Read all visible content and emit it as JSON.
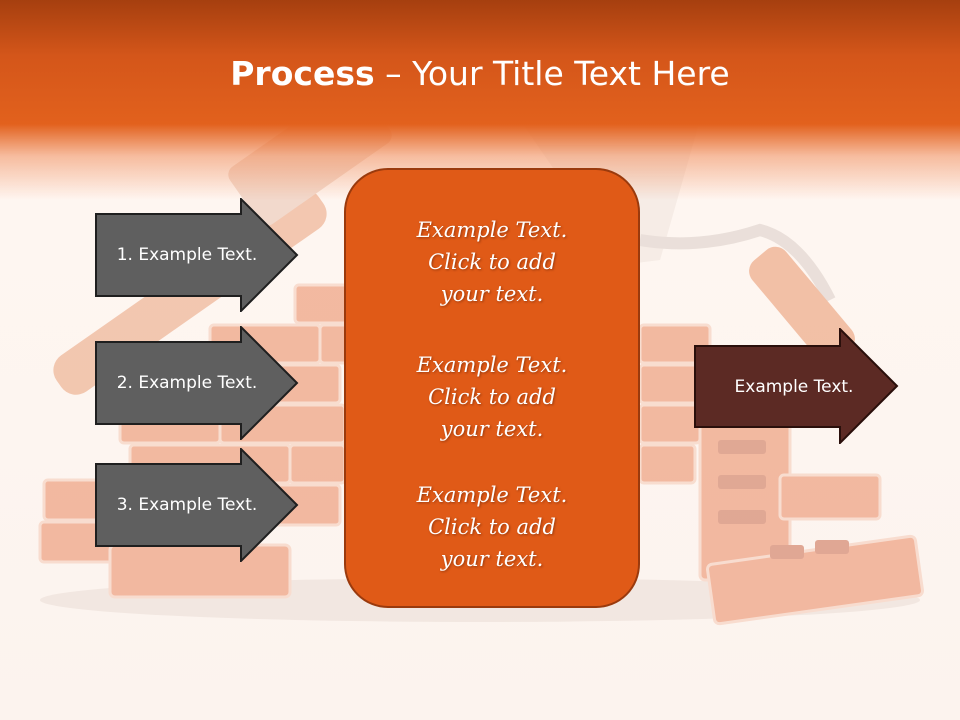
{
  "slide": {
    "title_bold": "Process",
    "title_rest": " – Your Title Text Here",
    "left_arrows": [
      {
        "label": "1. Example Text."
      },
      {
        "label": "2. Example Text."
      },
      {
        "label": "3. Example Text."
      }
    ],
    "center_items": [
      {
        "line1": "Example Text.",
        "line2": "Click  to add",
        "line3": "your text."
      },
      {
        "line1": "Example Text.",
        "line2": "Click  to add",
        "line3": "your text."
      },
      {
        "line1": "Example Text.",
        "line2": "Click  to add",
        "line3": "your text."
      }
    ],
    "right_arrow": {
      "label": "Example Text."
    }
  },
  "colors": {
    "header_orange": "#e2611d",
    "center_box": "#e05a17",
    "left_arrow_fill": "#5f5f5f",
    "right_arrow_fill": "#5c2a24",
    "brick": "#e8845f"
  }
}
